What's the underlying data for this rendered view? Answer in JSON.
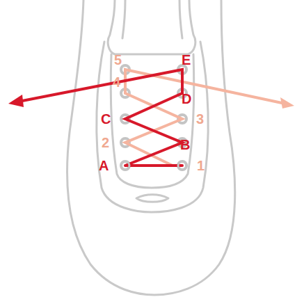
{
  "diagram": {
    "labels": [
      "5",
      "E",
      "4",
      "D",
      "C",
      "3",
      "2",
      "B",
      "A",
      "1"
    ]
  }
}
